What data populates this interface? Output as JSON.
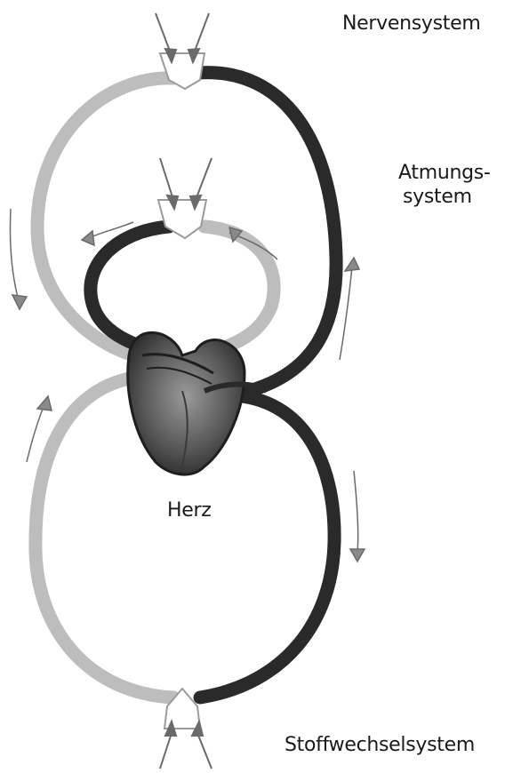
{
  "labels": {
    "nervensystem": "Nervensystem",
    "atmungssystem_line1": "Atmungs-",
    "atmungssystem_line2": "system",
    "herz": "Herz",
    "stoffwechselsystem": "Stoffwechselsystem"
  },
  "colors": {
    "light_loop": "#bdbdbd",
    "dark_loop": "#2a2a2a",
    "arrow": "#6a6a6a",
    "text": "#1a1a1a"
  }
}
